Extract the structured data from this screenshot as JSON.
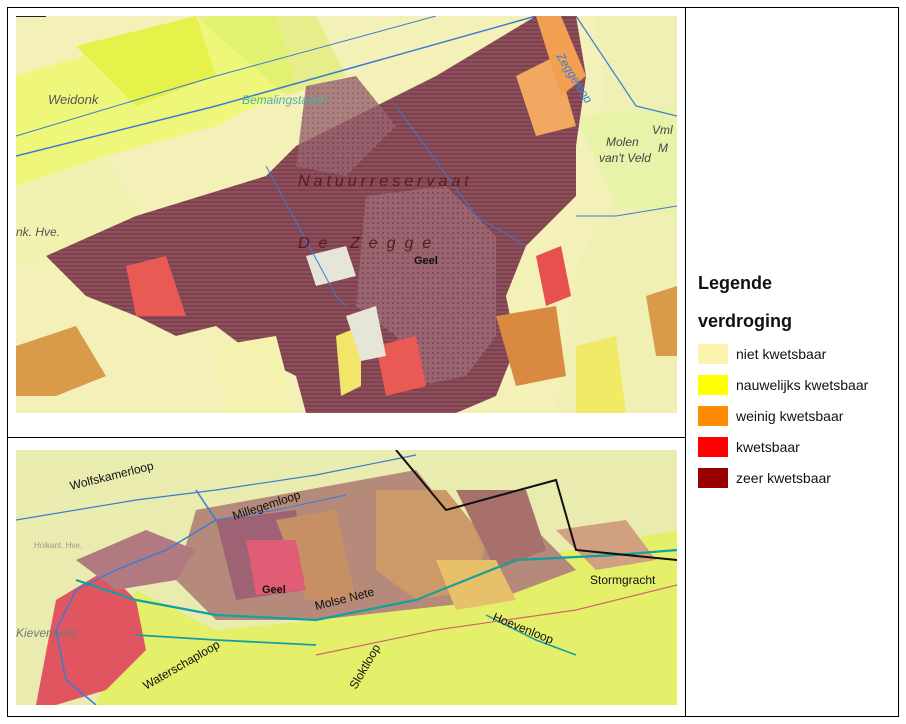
{
  "legend": {
    "title": "Legende",
    "subtitle": "verdroging",
    "items": [
      {
        "label": "niet kwetsbaar",
        "color": "#fbf2ae"
      },
      {
        "label": "nauwelijks kwetsbaar",
        "color": "#ffff00"
      },
      {
        "label": "weinig kwetsbaar",
        "color": "#ff8c00"
      },
      {
        "label": "kwetsbaar",
        "color": "#ff0000"
      },
      {
        "label": "zeer kwetsbaar",
        "color": "#990000"
      }
    ]
  },
  "map_top": {
    "labels": {
      "weidonk": "Weidonk",
      "bemaling": "Bemalingstation",
      "zeggeloop": "Zeggeloop",
      "molen": "Molen",
      "vantveld": "van't Veld",
      "vml": "Vml",
      "m": "M",
      "natuurreservaat": "Natuurreservaat",
      "dezegge": "De Zegge",
      "geel": "Geel",
      "nkhve": "nk. Hve."
    }
  },
  "map_bottom": {
    "labels": {
      "wolfskamerloop": "Wolfskamerloop",
      "millegemloop": "Millegemloop",
      "geel": "Geel",
      "molsenete": "Molse Nete",
      "stormgracht": "Stormgracht",
      "hoevenloop": "Hoevenloop",
      "waterschaploop": "Waterschaploop",
      "sloktloop": "Sloktloop",
      "kievermont": "Kievermont",
      "holkant": "Holkant, Hve."
    }
  }
}
